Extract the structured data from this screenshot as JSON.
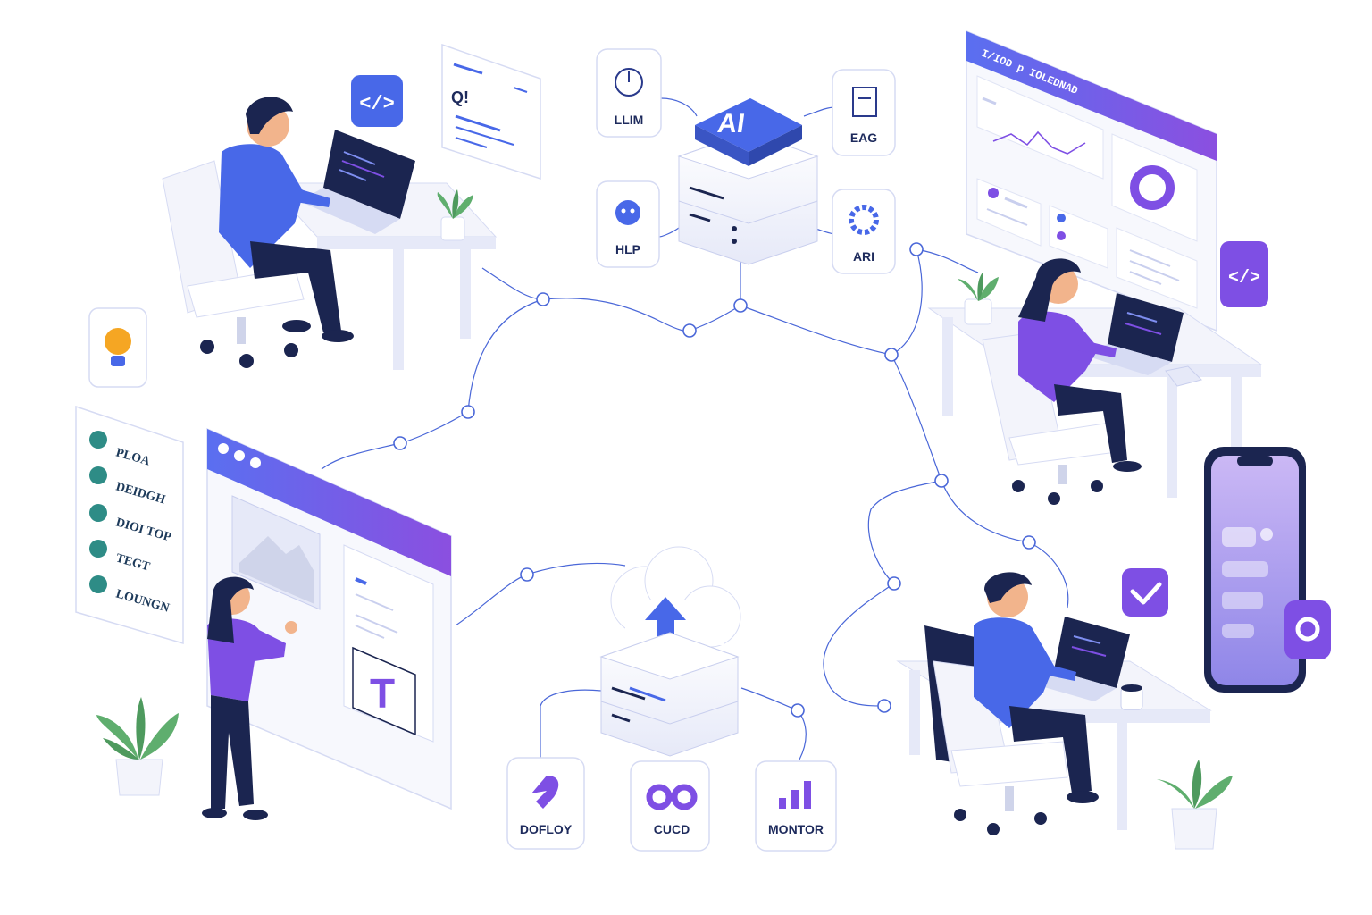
{
  "palette": {
    "accent_blue": "#4868e8",
    "accent_violet": "#7e4fe4",
    "navy": "#1b2550",
    "plant_green": "#5fae6e",
    "card_border": "#d6dbf3"
  },
  "ai_hub": {
    "badge_text": "AI",
    "services": [
      {
        "label": "LLIM",
        "icon": "gauge-icon"
      },
      {
        "label": "EAG",
        "icon": "document-icon"
      },
      {
        "label": "HLP",
        "icon": "face-icon"
      },
      {
        "label": "ARI",
        "icon": "gear-icon"
      }
    ]
  },
  "deploy_hub": {
    "tools": [
      {
        "label": "DOFLOY",
        "icon": "rocket-icon"
      },
      {
        "label": "CUCD",
        "icon": "infinity-icon"
      },
      {
        "label": "MONTOR",
        "icon": "bar-chart-icon"
      }
    ]
  },
  "workflow_list": {
    "items": [
      "PLOA",
      "DEIDGH",
      "DIOI TOP",
      "TEGT",
      "LOUNGN"
    ]
  },
  "design_canvas": {
    "text_tool_glyph": "T"
  },
  "code_note": {
    "heading": "Q!"
  },
  "dashboard": {
    "title": "I/IOD p IOLEDNAD"
  }
}
